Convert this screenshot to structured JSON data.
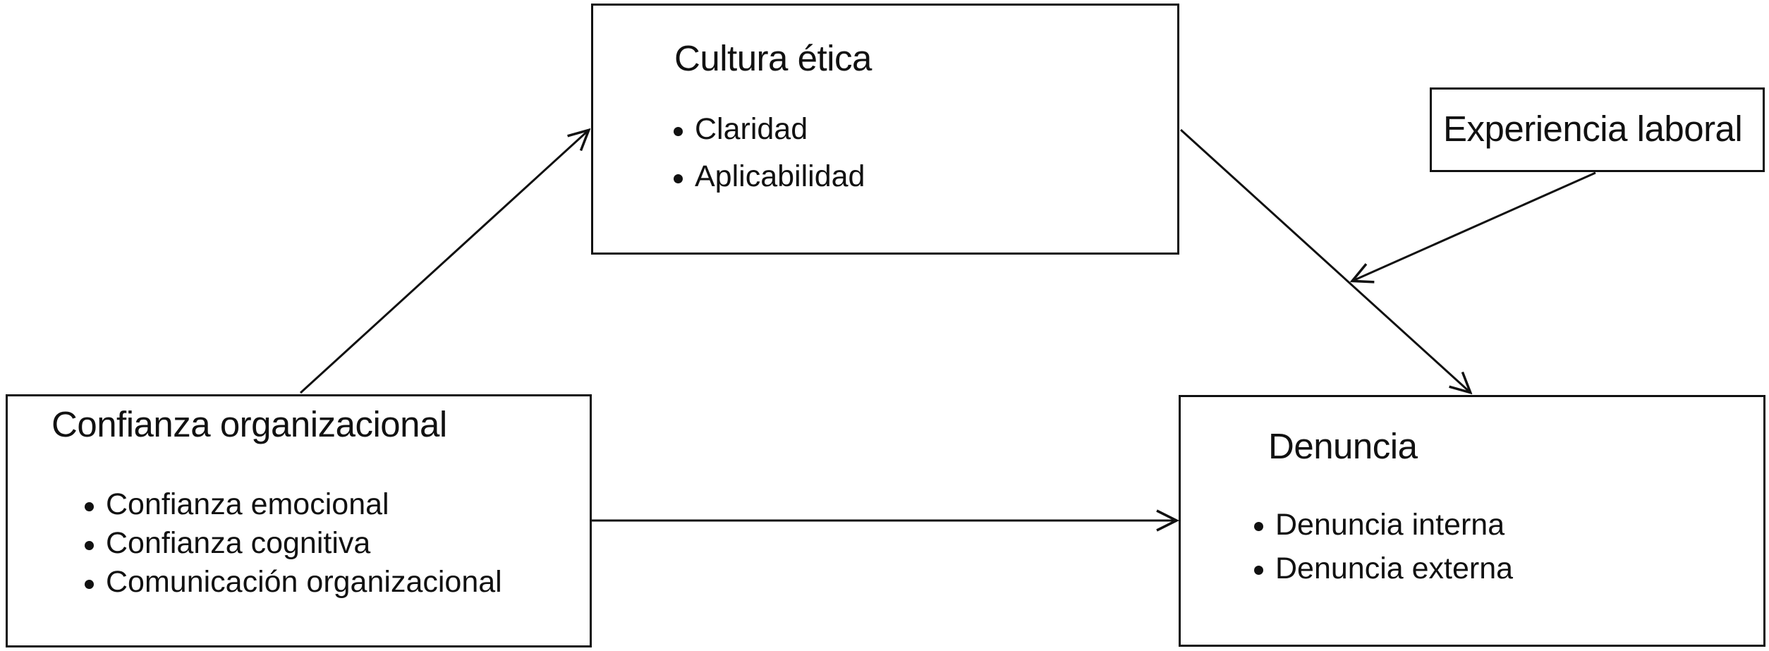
{
  "diagram": {
    "nodes": {
      "cultura": {
        "title": "Cultura ética",
        "items": [
          "Claridad",
          "Aplicabilidad"
        ]
      },
      "experiencia": {
        "title": "Experiencia laboral"
      },
      "confianza": {
        "title": "Confianza organizacional",
        "items": [
          "Confianza emocional",
          "Confianza cognitiva",
          "Comunicación organizacional"
        ]
      },
      "denuncia": {
        "title": "Denuncia",
        "items": [
          "Denuncia interna",
          "Denuncia externa"
        ]
      }
    },
    "edges": [
      {
        "from": "confianza",
        "to": "cultura"
      },
      {
        "from": "cultura",
        "to": "denuncia"
      },
      {
        "from": "confianza",
        "to": "denuncia"
      },
      {
        "from": "experiencia",
        "to": "cultura-denuncia-path"
      }
    ],
    "colors": {
      "line": "#111111",
      "background": "#ffffff"
    }
  }
}
